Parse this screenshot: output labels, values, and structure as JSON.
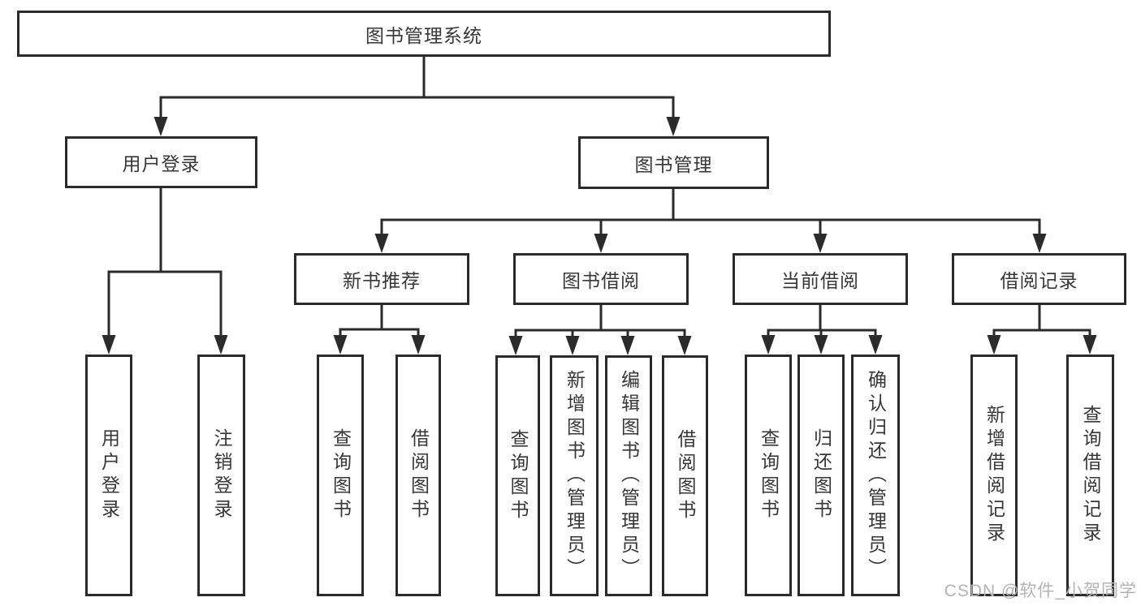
{
  "watermark": "CSDN @软件_小贺同学",
  "colors": {
    "line": "#2b2b2b",
    "box_border": "#2b2b2b",
    "text": "#373737",
    "watermark": "#b3b3b3",
    "background": "#ffffff"
  },
  "tree": {
    "root": "图书管理系统",
    "children": [
      {
        "label": "用户登录",
        "children": [
          "用户登录",
          "注销登录"
        ]
      },
      {
        "label": "图书管理",
        "children": [
          {
            "label": "新书推荐",
            "children": [
              "查询图书",
              "借阅图书"
            ]
          },
          {
            "label": "图书借阅",
            "children": [
              "查询图书",
              "新增图书（管理员）",
              "编辑图书（管理员）",
              "借阅图书"
            ]
          },
          {
            "label": "当前借阅",
            "children": [
              "查询图书",
              "归还图书",
              "确认归还（管理员）"
            ]
          },
          {
            "label": "借阅记录",
            "children": [
              "新增借阅记录",
              "查询借阅记录"
            ]
          }
        ]
      }
    ]
  }
}
